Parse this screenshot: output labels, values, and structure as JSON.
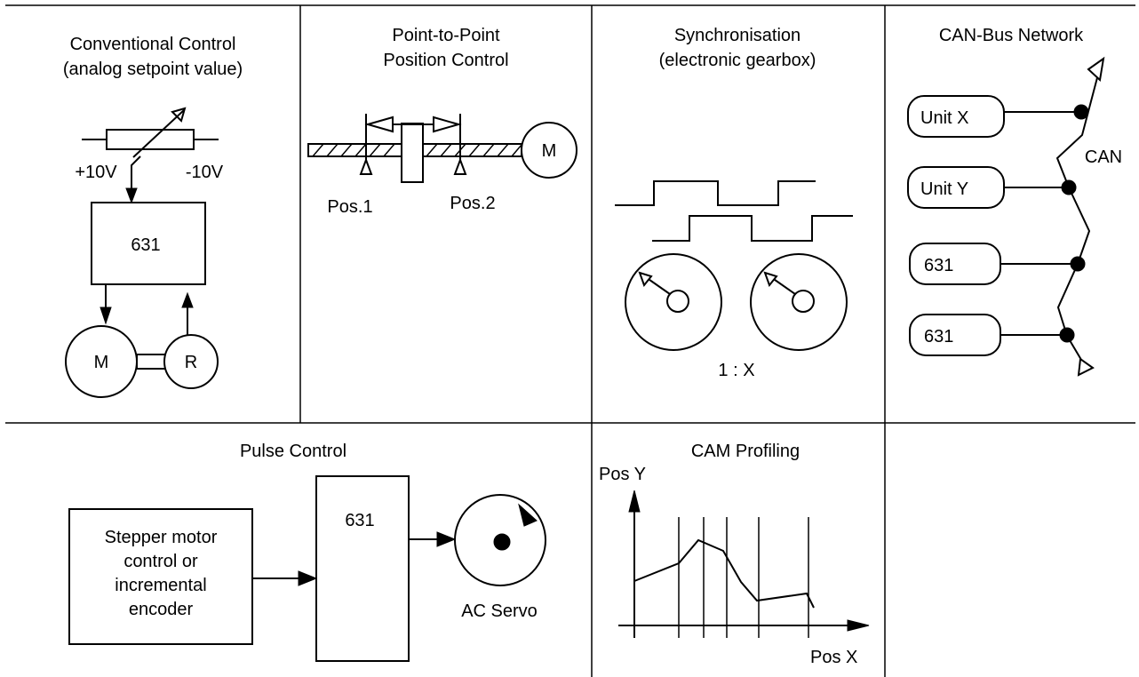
{
  "panels": {
    "conventional": {
      "title_line1": "Conventional Control",
      "title_line2": "(analog setpoint value)",
      "plus_label": "+10V",
      "minus_label": "-10V",
      "unit_label": "631",
      "motor_label": "M",
      "resolver_label": "R"
    },
    "p2p": {
      "title_line1": "Point-to-Point",
      "title_line2": "Position Control",
      "motor_label": "M",
      "pos1_label": "Pos.1",
      "pos2_label": "Pos.2"
    },
    "sync": {
      "title_line1": "Synchronisation",
      "title_line2": "(electronic gearbox)",
      "ratio_label": "1 : X"
    },
    "can": {
      "title": "CAN-Bus Network",
      "bus_label": "CAN",
      "nodes": [
        "Unit X",
        "Unit Y",
        "631",
        "631"
      ]
    },
    "pulse": {
      "title": "Pulse Control",
      "source_line1": "Stepper motor",
      "source_line2": "control or",
      "source_line3": "incremental",
      "source_line4": "encoder",
      "unit_label": "631",
      "servo_label": "AC Servo"
    },
    "cam": {
      "title": "CAM Profiling",
      "y_axis_label": "Pos Y",
      "x_axis_label": "Pos X"
    }
  }
}
